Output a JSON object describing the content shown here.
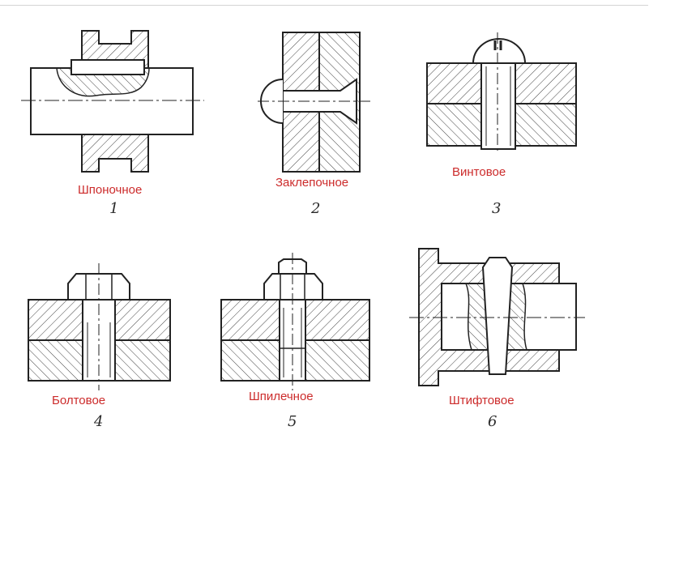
{
  "diagram": {
    "accent_color": "#cc2b2b",
    "items": [
      {
        "label": "Шпоночное",
        "number": "1"
      },
      {
        "label": "Заклепочное",
        "number": "2"
      },
      {
        "label": "Винтовое",
        "number": "3"
      },
      {
        "label": "Болтовое",
        "number": "4"
      },
      {
        "label": "Шпилечное",
        "number": "5"
      },
      {
        "label": "Штифтовое",
        "number": "6"
      }
    ]
  }
}
